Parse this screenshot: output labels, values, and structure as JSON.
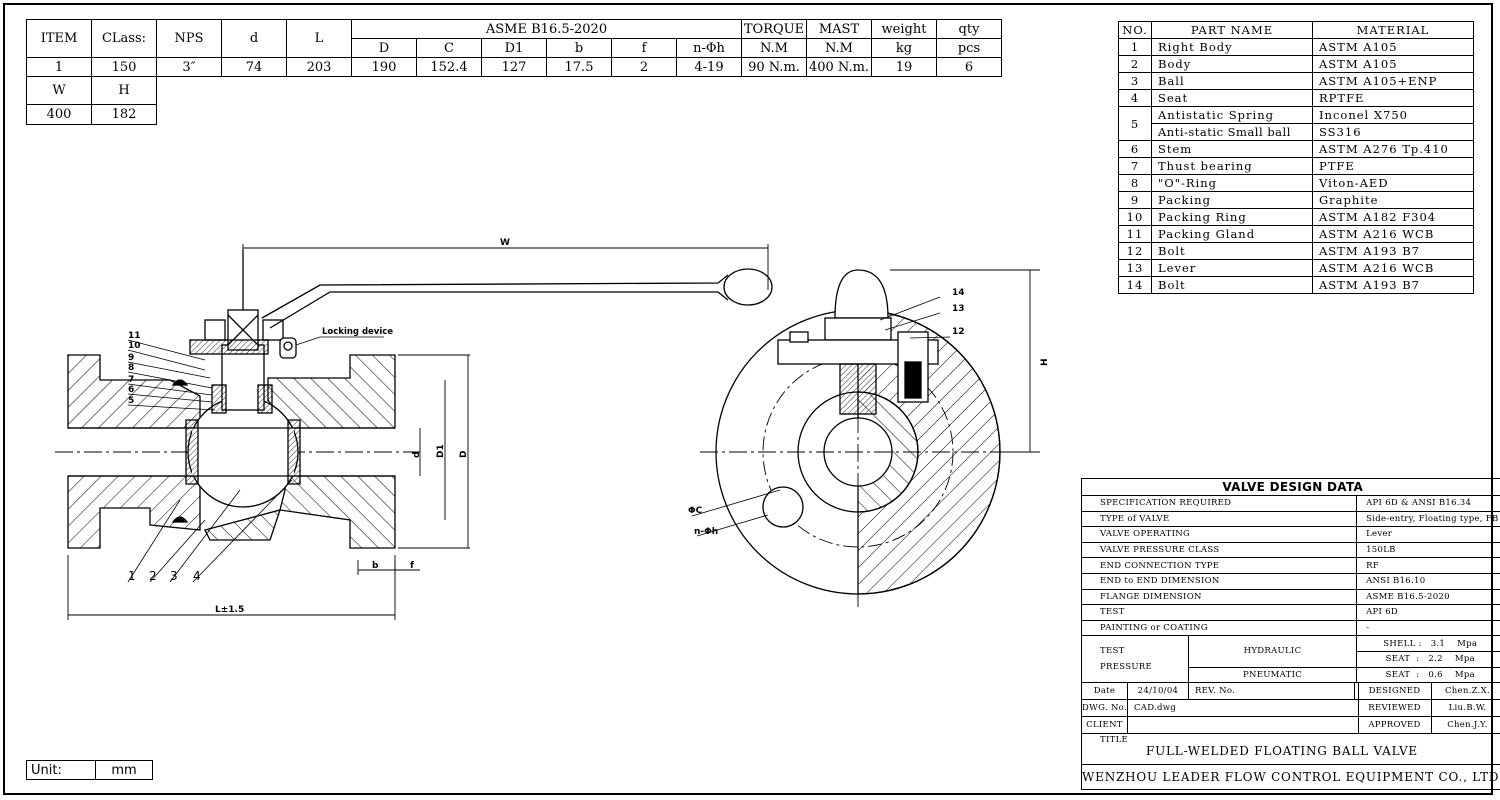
{
  "spec_table": {
    "headers": {
      "item": "ITEM",
      "class": "CLass:",
      "nps": "NPS",
      "d": "d",
      "l": "L",
      "asme": "ASME B16.5-2020",
      "torque": "TORQUE",
      "mast": "MAST",
      "weight": "weight",
      "qty": "qty"
    },
    "sub_headers": [
      "D",
      "C",
      "D1",
      "b",
      "f",
      "n-Φh",
      "N.M",
      "N.M",
      "kg",
      "pcs"
    ],
    "row": [
      "1",
      "150",
      "3″",
      "74",
      "203",
      "190",
      "152.4",
      "127",
      "17.5",
      "2",
      "4-19",
      "90 N.m.",
      "400 N.m.",
      "19",
      "6"
    ],
    "extra_headers": [
      "W",
      "H"
    ],
    "extra_values": [
      "400",
      "182"
    ]
  },
  "parts_table": {
    "headers": [
      "NO.",
      "PART NAME",
      "MATERIAL"
    ],
    "rows": [
      {
        "no": "1",
        "name": "Right Body",
        "material": "ASTM A105"
      },
      {
        "no": "2",
        "name": "Body",
        "material": "ASTM A105"
      },
      {
        "no": "3",
        "name": "Ball",
        "material": "ASTM A105+ENP"
      },
      {
        "no": "4",
        "name": "Seat",
        "material": "RPTFE"
      },
      {
        "no": "5",
        "name": "Antistatic  Spring",
        "material": "Inconel X750"
      },
      {
        "no": "",
        "name": "Anti-static Small ball",
        "material": "SS316"
      },
      {
        "no": "6",
        "name": "Stem",
        "material": "ASTM A276 Tp.410"
      },
      {
        "no": "7",
        "name": "Thust bearing",
        "material": "PTFE"
      },
      {
        "no": "8",
        "name": "\"O\"-Ring",
        "material": "Viton-AED"
      },
      {
        "no": "9",
        "name": "Packing",
        "material": "Graphite"
      },
      {
        "no": "10",
        "name": "Packing Ring",
        "material": "ASTM A182 F304"
      },
      {
        "no": "11",
        "name": "Packing Gland",
        "material": "ASTM A216 WCB"
      },
      {
        "no": "12",
        "name": "Bolt",
        "material": "ASTM A193 B7"
      },
      {
        "no": "13",
        "name": "Lever",
        "material": "ASTM A216 WCB"
      },
      {
        "no": "14",
        "name": "Bolt",
        "material": "ASTM A193 B7"
      }
    ]
  },
  "design_data": {
    "title": "VALVE DESIGN DATA",
    "rows": [
      {
        "label": "SPECIFICATION REQUIRED",
        "value": "API 6D & ANSI B16.34"
      },
      {
        "label": "TYPE of VALVE",
        "value": "Side-entry, Floating type, FB"
      },
      {
        "label": "VALVE OPERATING",
        "value": "Lever"
      },
      {
        "label": "VALVE PRESSURE CLASS",
        "value": "150LB"
      },
      {
        "label": "END CONNECTION TYPE",
        "value": "RF"
      },
      {
        "label": "END to END DIMENSION",
        "value": "ANSI B16.10"
      },
      {
        "label": "FLANGE DIMENSION",
        "value": "ASME B16.5-2020"
      },
      {
        "label": "TEST",
        "value": "API 6D"
      },
      {
        "label": "PAINTING or COATING",
        "value": "-"
      }
    ],
    "test_pressure": {
      "label1": "TEST",
      "label2": "PRESSURE",
      "hydraulic": "HYDRAULIC",
      "pneumatic": "PNEUMATIC",
      "shell": {
        "name": "SHELL",
        "value": "3.1",
        "unit": "Mpa"
      },
      "seat_h": {
        "name": "SEAT",
        "value": "2.2",
        "unit": "Mpa"
      },
      "seat_p": {
        "name": "SEAT",
        "value": "0.6",
        "unit": "Mpa"
      }
    },
    "date_label": "Date",
    "date": "24/10/04",
    "rev_label": "REV. No.",
    "rev": "",
    "designed_label": "DESIGNED",
    "designed": "Chen.Z.X.",
    "dwg_label": "DWG. No.",
    "dwg": "CAD.dwg",
    "reviewed_label": "REVIEWED",
    "reviewed": "Liu.B.W.",
    "client_label": "CLIENT",
    "client": "",
    "approved_label": "APPROVED",
    "approved": "Chen.J.Y.",
    "title_label": "TITLE",
    "title_value": "FULL-WELDED FLOATING BALL  VALVE",
    "company": "WENZHOU LEADER FLOW CONTROL EQUIPMENT CO., LTD."
  },
  "unit": {
    "label": "Unit:",
    "value": "mm"
  },
  "drawing_labels": {
    "w": "W",
    "h": "H",
    "l": "L±1.5",
    "locking": "Locking device",
    "d": "d",
    "d1": "D1",
    "D": "D",
    "b": "b",
    "f": "f",
    "phic": "ΦC",
    "nphih": "n-Φh",
    "callouts_left": [
      "11",
      "10",
      "9",
      "8",
      "7",
      "6",
      "5"
    ],
    "callouts_bottom": [
      "1",
      "2",
      "3",
      "4"
    ],
    "callouts_right": [
      "14",
      "13",
      "12"
    ]
  }
}
